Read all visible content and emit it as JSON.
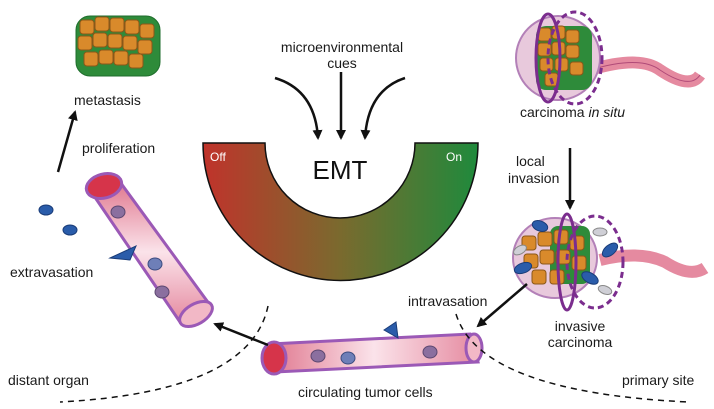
{
  "labels": {
    "microenvironmental": "microenvironmental",
    "cues": "cues",
    "emt": "EMT",
    "switch_off": "Off",
    "switch_on": "On",
    "metastasis": "metastasis",
    "proliferation": "proliferation",
    "extravasation": "extravasation",
    "distant_organ": "distant organ",
    "circulating_tumor_cells": "circulating tumor cells",
    "intravasation": "intravasation",
    "invasive": "invasive",
    "carcinoma": "carcinoma",
    "primary_site": "primary site",
    "local": "local",
    "invasion": "invasion",
    "carcinoma_in_situ_prefix": "carcinoma",
    "carcinoma_in_situ_italic": "in situ"
  },
  "colors": {
    "gauge_off": "#c0332b",
    "gauge_on": "#1f8a3c",
    "tumor_cell_orange": "#d98a2b",
    "tumor_cell_green": "#2e8b3a",
    "vessel_pink": "#f2b8c6",
    "vessel_edge": "#9b59b6",
    "mesenchymal_blue": "#2a5caa",
    "dashed_purple": "#7b2d8e"
  }
}
